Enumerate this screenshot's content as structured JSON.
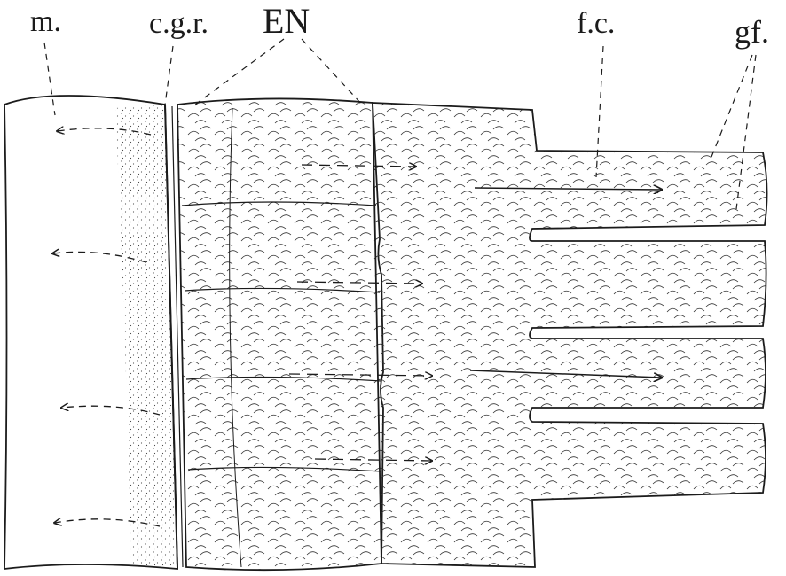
{
  "labels": {
    "m": "m.",
    "cgr": "c.g.r.",
    "en": "EN",
    "fc": "f.c.",
    "gf": "gf."
  },
  "colors": {
    "ink": "#1b1b1b",
    "paper": "#ffffff"
  }
}
